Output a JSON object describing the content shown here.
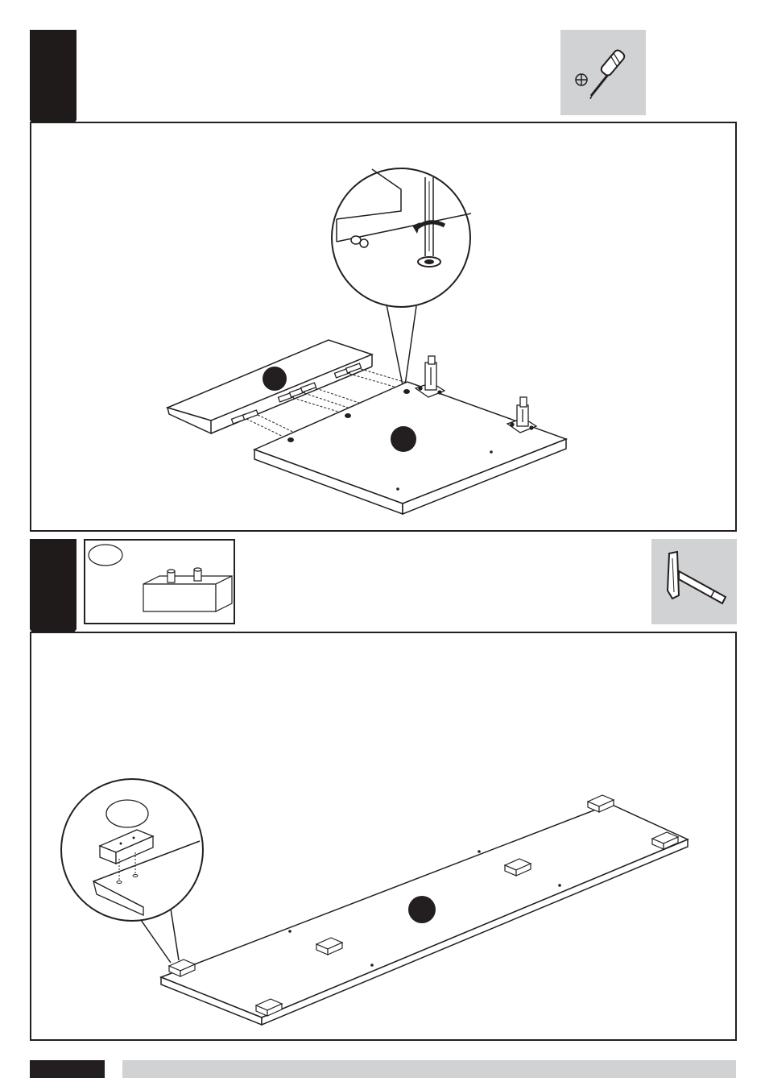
{
  "steps": [
    {
      "tool": "phillips-screwdriver-icon",
      "parts": [
        "panel-with-dowels",
        "base-panel",
        "leg-bracket",
        "leg-bracket"
      ]
    },
    {
      "tool": "hammer-icon",
      "parts": [
        "wooden-block-foot",
        "bottom-panel"
      ]
    }
  ],
  "colors": {
    "tab": "#1f1b1b",
    "line": "#231f20",
    "tool_bg": "#d1d2d4",
    "footer_bar": "#d1d2d4"
  }
}
